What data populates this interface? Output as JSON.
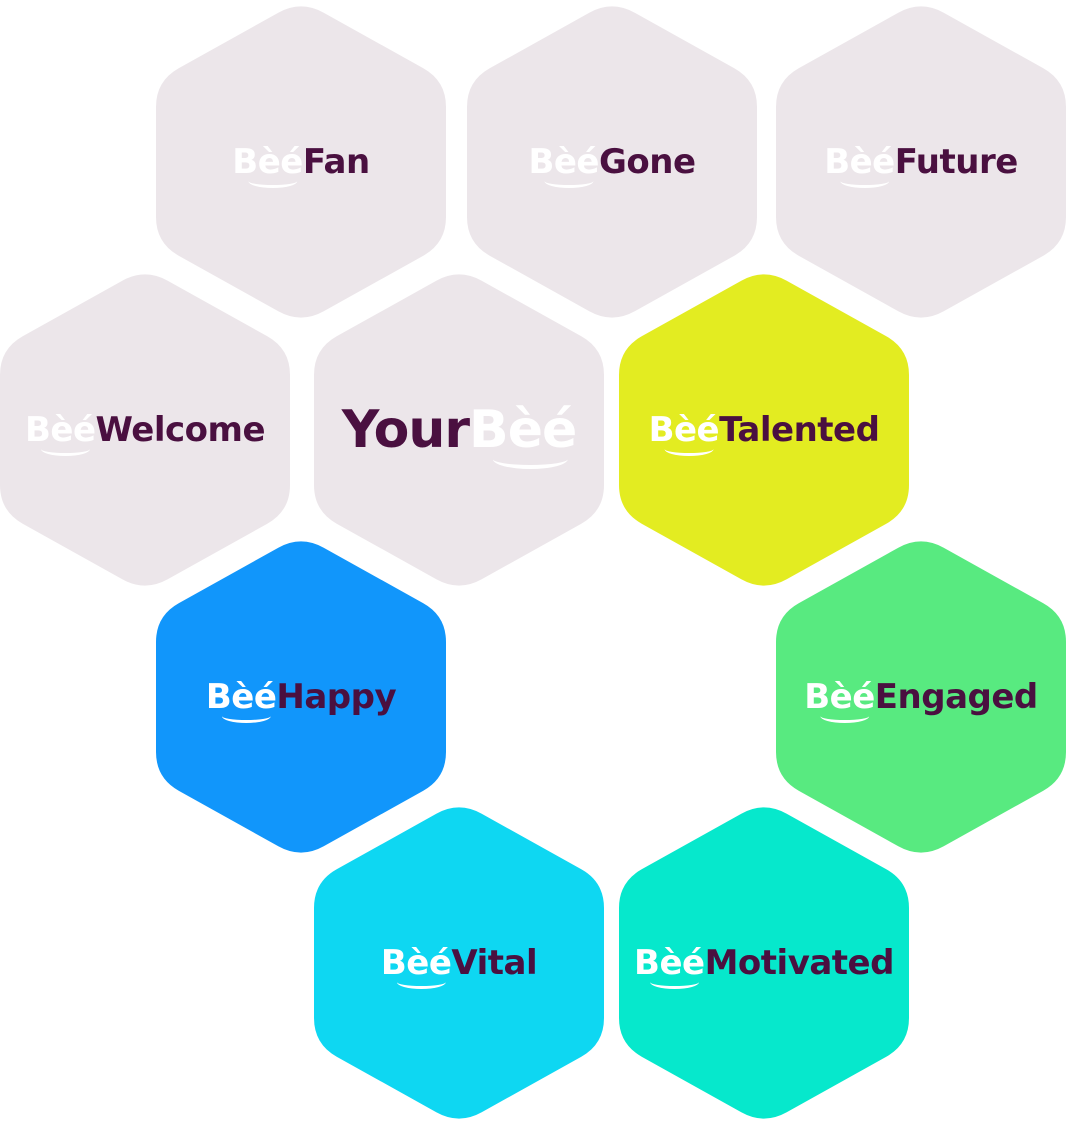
{
  "colors": {
    "background": "#ffffff",
    "inactive_fill": "#ece6ea",
    "purple_text": "#4a1040",
    "white_text": "#ffffff",
    "talented": "#e3ec21",
    "happy": "#1196fb",
    "engaged": "#58ea80",
    "vital": "#0ed7f2",
    "motivated": "#06e8cc"
  },
  "hexagons": [
    {
      "id": "fan",
      "bee": "Bèé",
      "word": "Fan",
      "fill": "#ece6ea",
      "active": false
    },
    {
      "id": "gone",
      "bee": "Bèé",
      "word": "Gone",
      "fill": "#ece6ea",
      "active": false
    },
    {
      "id": "future",
      "bee": "Bèé",
      "word": "Future",
      "fill": "#ece6ea",
      "active": false
    },
    {
      "id": "welcome",
      "bee": "Bèé",
      "word": "Welcome",
      "fill": "#ece6ea",
      "active": false
    },
    {
      "id": "yourbee",
      "prefix": "Your",
      "bee": "Bèé",
      "word": "",
      "fill": "#ece6ea",
      "active": false,
      "center": true
    },
    {
      "id": "talented",
      "bee": "Bèé",
      "word": "Talented",
      "fill": "#e3ec21",
      "active": true
    },
    {
      "id": "happy",
      "bee": "Bèé",
      "word": "Happy",
      "fill": "#1196fb",
      "active": true
    },
    {
      "id": "engaged",
      "bee": "Bèé",
      "word": "Engaged",
      "fill": "#58ea80",
      "active": true
    },
    {
      "id": "vital",
      "bee": "Bèé",
      "word": "Vital",
      "fill": "#0ed7f2",
      "active": true
    },
    {
      "id": "motivated",
      "bee": "Bèé",
      "word": "Motivated",
      "fill": "#06e8cc",
      "active": true
    }
  ]
}
